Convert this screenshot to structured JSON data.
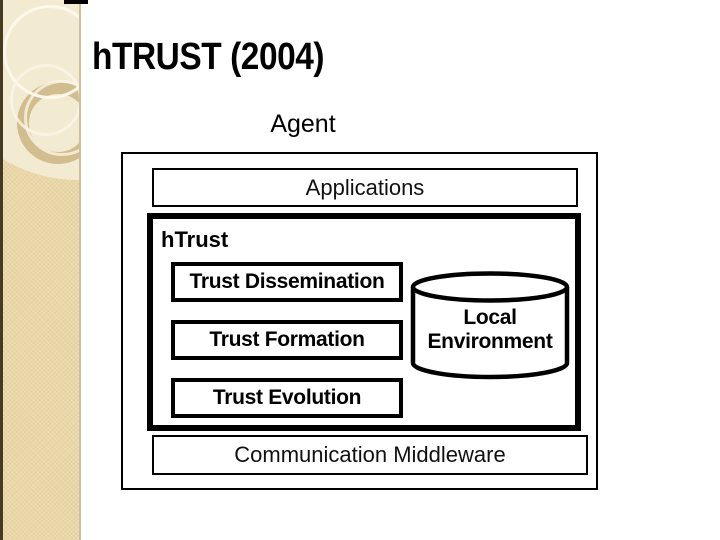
{
  "slide_title": "hTRUST (2004)",
  "diagram": {
    "agent_label": "Agent",
    "applications_label": "Applications",
    "htrust_box_label": "hTrust",
    "modules": [
      {
        "label": "Trust Dissemination"
      },
      {
        "label": "Trust Formation"
      },
      {
        "label": "Trust Evolution"
      }
    ],
    "local_environment": {
      "line1": "Local",
      "line2": "Environment"
    },
    "middleware_label": "Communication Middleware"
  },
  "colors": {
    "background": "#ffffff",
    "diagram_line": "#000000",
    "sidebar_beige": "#ead7a7",
    "sidebar_light": "#f3ead2",
    "sidebar_ring_tan": "#c8b17c",
    "sidebar_edge_dark": "#453b22"
  }
}
